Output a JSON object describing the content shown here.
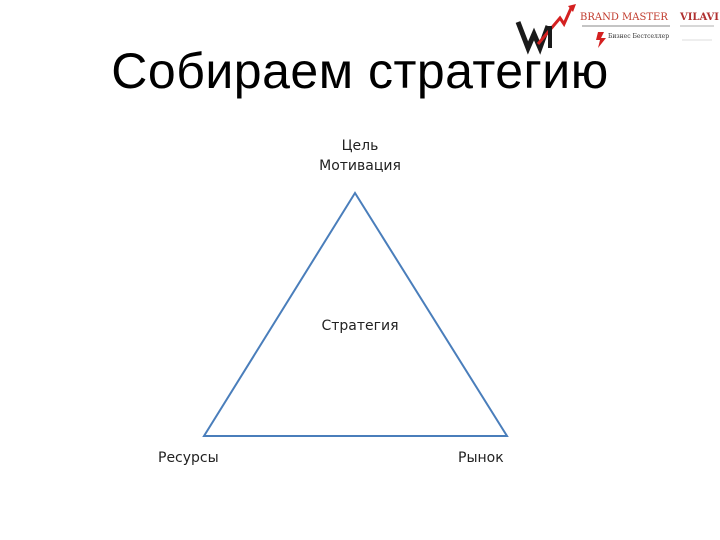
{
  "slide": {
    "title": "Собираем стратегию"
  },
  "diagram": {
    "top_label_line1": "Цель",
    "top_label_line2": "Мотивация",
    "center_label": "Стратегия",
    "left_label": "Ресурсы",
    "right_label": "Рынок",
    "triangle_color": "#4a7ebb"
  },
  "logos": {
    "logo1_icon": "wi-arrow-logo",
    "logo2_text": "BRAND MASTER",
    "logo3_text": "VILAVI",
    "logo4_text": "Бизнес Бестселлер"
  }
}
